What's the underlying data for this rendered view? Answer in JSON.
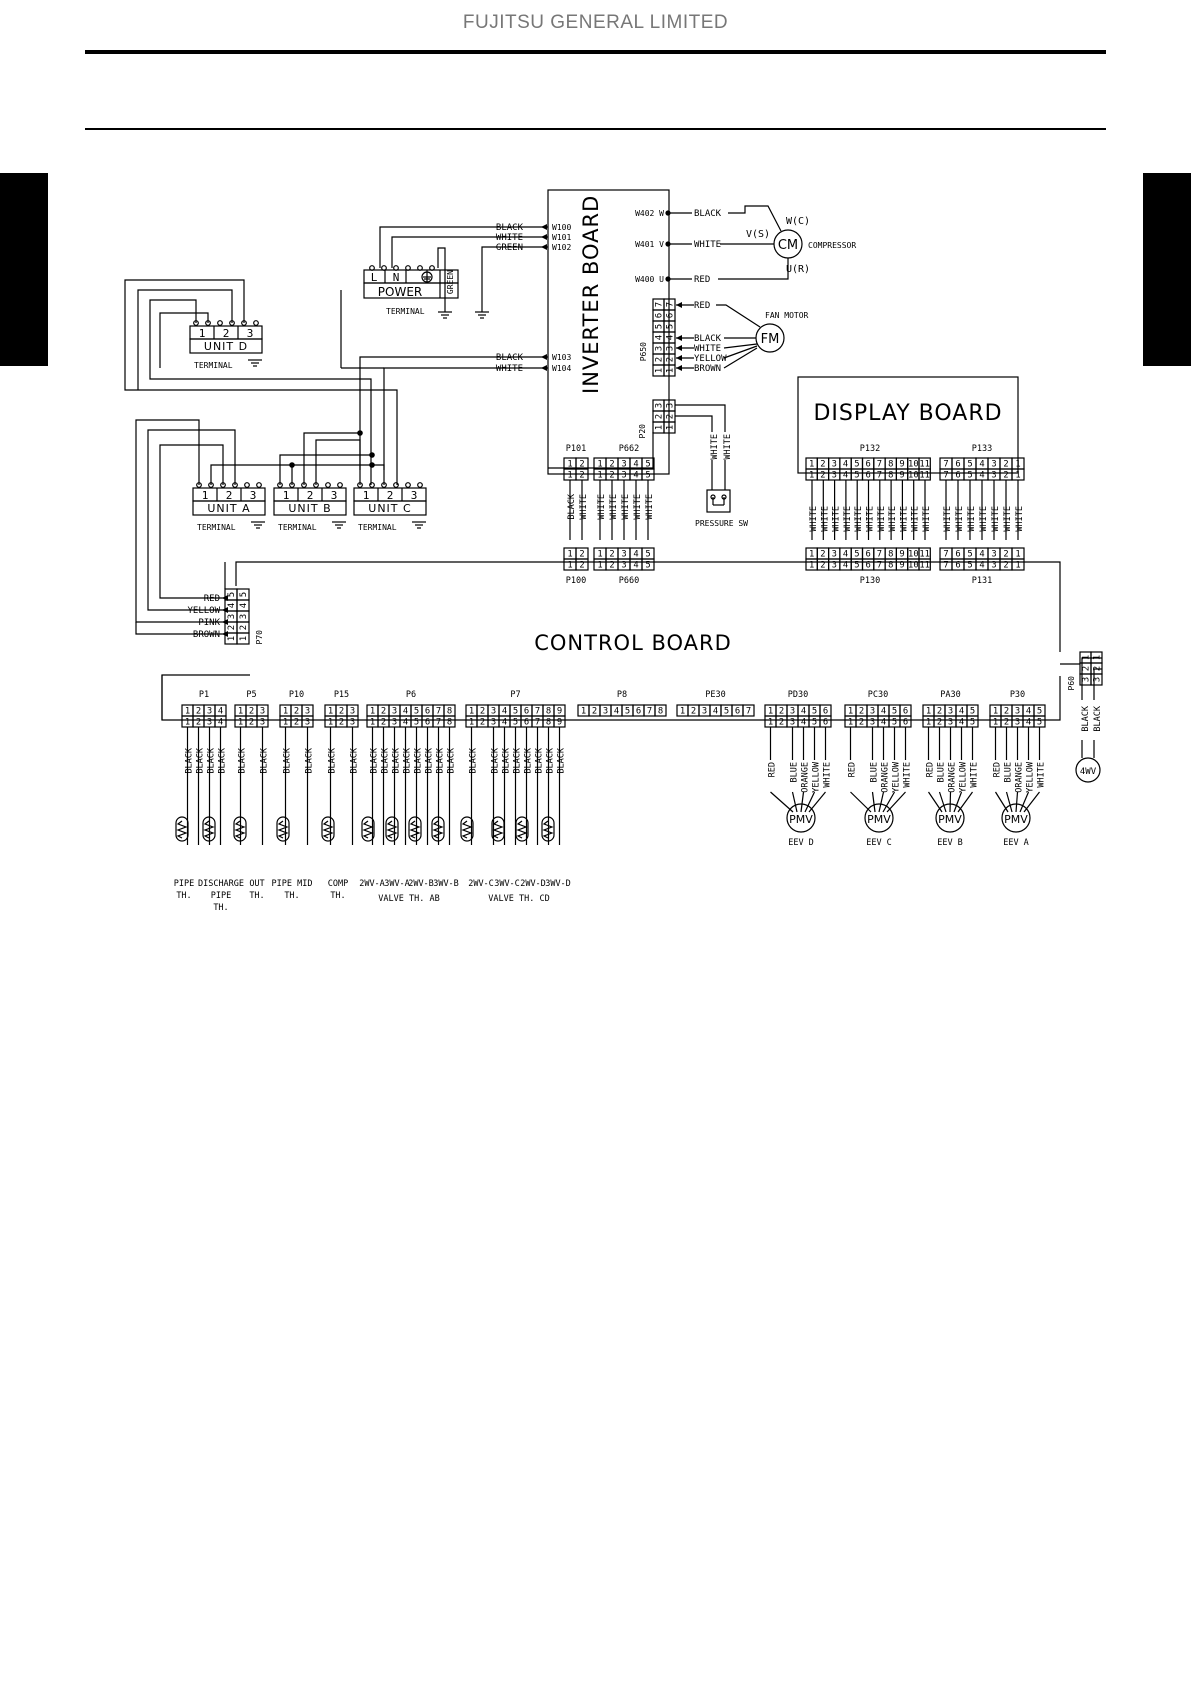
{
  "header": {
    "company": "FUJITSU GENERAL LIMITED"
  },
  "boards": {
    "inverter": "INVERTER BOARD",
    "display": "DISPLAY BOARD",
    "control": "CONTROL BOARD"
  },
  "power_terminal": {
    "l": "L",
    "n": "N",
    "label": "POWER",
    "caption": "TERMINAL",
    "ground_wire": "GREEN"
  },
  "inverter_inputs": [
    {
      "wire": "BLACK",
      "pin": "W100"
    },
    {
      "wire": "WHITE",
      "pin": "W101"
    },
    {
      "wire": "GREEN",
      "pin": "W102"
    },
    {
      "wire": "BLACK",
      "pin": "W103"
    },
    {
      "wire": "WHITE",
      "pin": "W104"
    }
  ],
  "compressor": {
    "outputs": [
      {
        "pin": "W402 W",
        "wire": "BLACK"
      },
      {
        "pin": "W401 V",
        "wire": "WHITE"
      },
      {
        "pin": "W400 U",
        "wire": "RED"
      }
    ],
    "symbol": "CM",
    "label": "COMPRESSOR",
    "w": "W(C)",
    "v": "V(S)",
    "u": "U(R)"
  },
  "fan_motor": {
    "connector": "P650",
    "symbol": "FM",
    "label": "FAN MOTOR",
    "wires": [
      "RED",
      "BLACK",
      "WHITE",
      "YELLOW",
      "BROWN"
    ],
    "pins": [
      "7",
      "6",
      "5",
      "4",
      "3",
      "2",
      "1"
    ]
  },
  "pressure": {
    "connector": "P20",
    "pins": [
      "3",
      "2",
      "1"
    ],
    "wires": [
      "WHITE",
      "WHITE"
    ],
    "label": "PRESSURE SW"
  },
  "unit_terminals": [
    {
      "name": "UNIT D",
      "caption": "TERMINAL",
      "pins": [
        "1",
        "2",
        "3"
      ]
    },
    {
      "name": "UNIT A",
      "caption": "TERMINAL",
      "pins": [
        "1",
        "2",
        "3"
      ]
    },
    {
      "name": "UNIT B",
      "caption": "TERMINAL",
      "pins": [
        "1",
        "2",
        "3"
      ]
    },
    {
      "name": "UNIT C",
      "caption": "TERMINAL",
      "pins": [
        "1",
        "2",
        "3"
      ]
    }
  ],
  "inv_connectors": [
    {
      "name": "P101",
      "pins": [
        "1",
        "2"
      ],
      "wires": [
        "BLACK",
        "WHITE"
      ],
      "mate": "P100"
    },
    {
      "name": "P662",
      "pins": [
        "1",
        "2",
        "3",
        "4",
        "5"
      ],
      "wires": [
        "WHITE",
        "WHITE",
        "WHITE",
        "WHITE",
        "WHITE"
      ],
      "mate": "P660"
    }
  ],
  "disp_connectors": [
    {
      "name": "P132",
      "pins": [
        "1",
        "2",
        "3",
        "4",
        "5",
        "6",
        "7",
        "8",
        "9",
        "10",
        "11"
      ],
      "wire": "WHITE",
      "mate": "P130"
    },
    {
      "name": "P133",
      "pins": [
        "7",
        "6",
        "5",
        "4",
        "3",
        "2",
        "1"
      ],
      "wire": "WHITE",
      "mate": "P131"
    }
  ],
  "p70": {
    "name": "P70",
    "pins": [
      "5",
      "4",
      "3",
      "2",
      "1"
    ],
    "wires": [
      "RED",
      "YELLOW",
      "PINK",
      "BROWN"
    ]
  },
  "p60": {
    "name": "P60",
    "pins": [
      "1",
      "2",
      "3"
    ],
    "wires": [
      "BLACK",
      "BLACK"
    ],
    "device": "4WV"
  },
  "ctrl_connectors": [
    {
      "name": "P1",
      "pins": [
        "1",
        "2",
        "3",
        "4"
      ],
      "wires": [
        "BLACK",
        "BLACK",
        "BLACK",
        "BLACK"
      ]
    },
    {
      "name": "P5",
      "pins": [
        "1",
        "2",
        "3"
      ],
      "wires": [
        "BLACK",
        "BLACK"
      ]
    },
    {
      "name": "P10",
      "pins": [
        "1",
        "2",
        "3"
      ],
      "wires": [
        "BLACK",
        "BLACK"
      ]
    },
    {
      "name": "P15",
      "pins": [
        "1",
        "2",
        "3"
      ],
      "wires": [
        "BLACK",
        "BLACK"
      ]
    },
    {
      "name": "P6",
      "pins": [
        "1",
        "2",
        "3",
        "4",
        "5",
        "6",
        "7",
        "8"
      ],
      "wires": [
        "BLACK",
        "BLACK",
        "BLACK",
        "BLACK",
        "BLACK",
        "BLACK",
        "BLACK",
        "BLACK"
      ]
    },
    {
      "name": "P7",
      "pins": [
        "1",
        "2",
        "3",
        "4",
        "5",
        "6",
        "7",
        "8",
        "9"
      ],
      "wires": [
        "BLACK",
        "BLACK",
        "BLACK",
        "BLACK",
        "BLACK",
        "BLACK",
        "BLACK",
        "BLACK"
      ]
    },
    {
      "name": "P8",
      "pins": [
        "1",
        "2",
        "3",
        "4",
        "5",
        "6",
        "7",
        "8"
      ],
      "wires": []
    },
    {
      "name": "PE30",
      "pins": [
        "1",
        "2",
        "3",
        "4",
        "5",
        "6",
        "7"
      ],
      "wires": []
    },
    {
      "name": "PD30",
      "pins": [
        "1",
        "2",
        "3",
        "4",
        "5",
        "6"
      ],
      "wires": [
        "RED",
        "BLUE",
        "ORANGE",
        "YELLOW",
        "WHITE"
      ]
    },
    {
      "name": "PC30",
      "pins": [
        "1",
        "2",
        "3",
        "4",
        "5",
        "6"
      ],
      "wires": [
        "RED",
        "BLUE",
        "ORANGE",
        "YELLOW",
        "WHITE"
      ]
    },
    {
      "name": "PA30",
      "pins": [
        "1",
        "2",
        "3",
        "4",
        "5"
      ],
      "wires": [
        "RED",
        "BLUE",
        "ORANGE",
        "YELLOW",
        "WHITE"
      ]
    },
    {
      "name": "P30",
      "pins": [
        "1",
        "2",
        "3",
        "4",
        "5"
      ],
      "wires": [
        "RED",
        "BLUE",
        "ORANGE",
        "YELLOW",
        "WHITE"
      ]
    }
  ],
  "sensor_labels": [
    [
      "PIPE",
      "TH."
    ],
    [
      "DISCHARGE",
      "PIPE",
      "TH."
    ],
    [
      "OUT",
      "TH."
    ],
    [
      "PIPE MID",
      "TH."
    ],
    [
      "COMP",
      "TH."
    ],
    [
      "2WV-A"
    ],
    [
      "3WV-A"
    ],
    [
      "2WV-B"
    ],
    [
      "3WV-B"
    ],
    [
      "2WV-C"
    ],
    [
      "3WV-C"
    ],
    [
      "2WV-D"
    ],
    [
      "3WV-D"
    ]
  ],
  "group_labels": [
    "VALVE TH. AB",
    "VALVE TH. CD"
  ],
  "eev": [
    {
      "symbol": "PMV",
      "label": "EEV D"
    },
    {
      "symbol": "PMV",
      "label": "EEV C"
    },
    {
      "symbol": "PMV",
      "label": "EEV B"
    },
    {
      "symbol": "PMV",
      "label": "EEV A"
    }
  ]
}
